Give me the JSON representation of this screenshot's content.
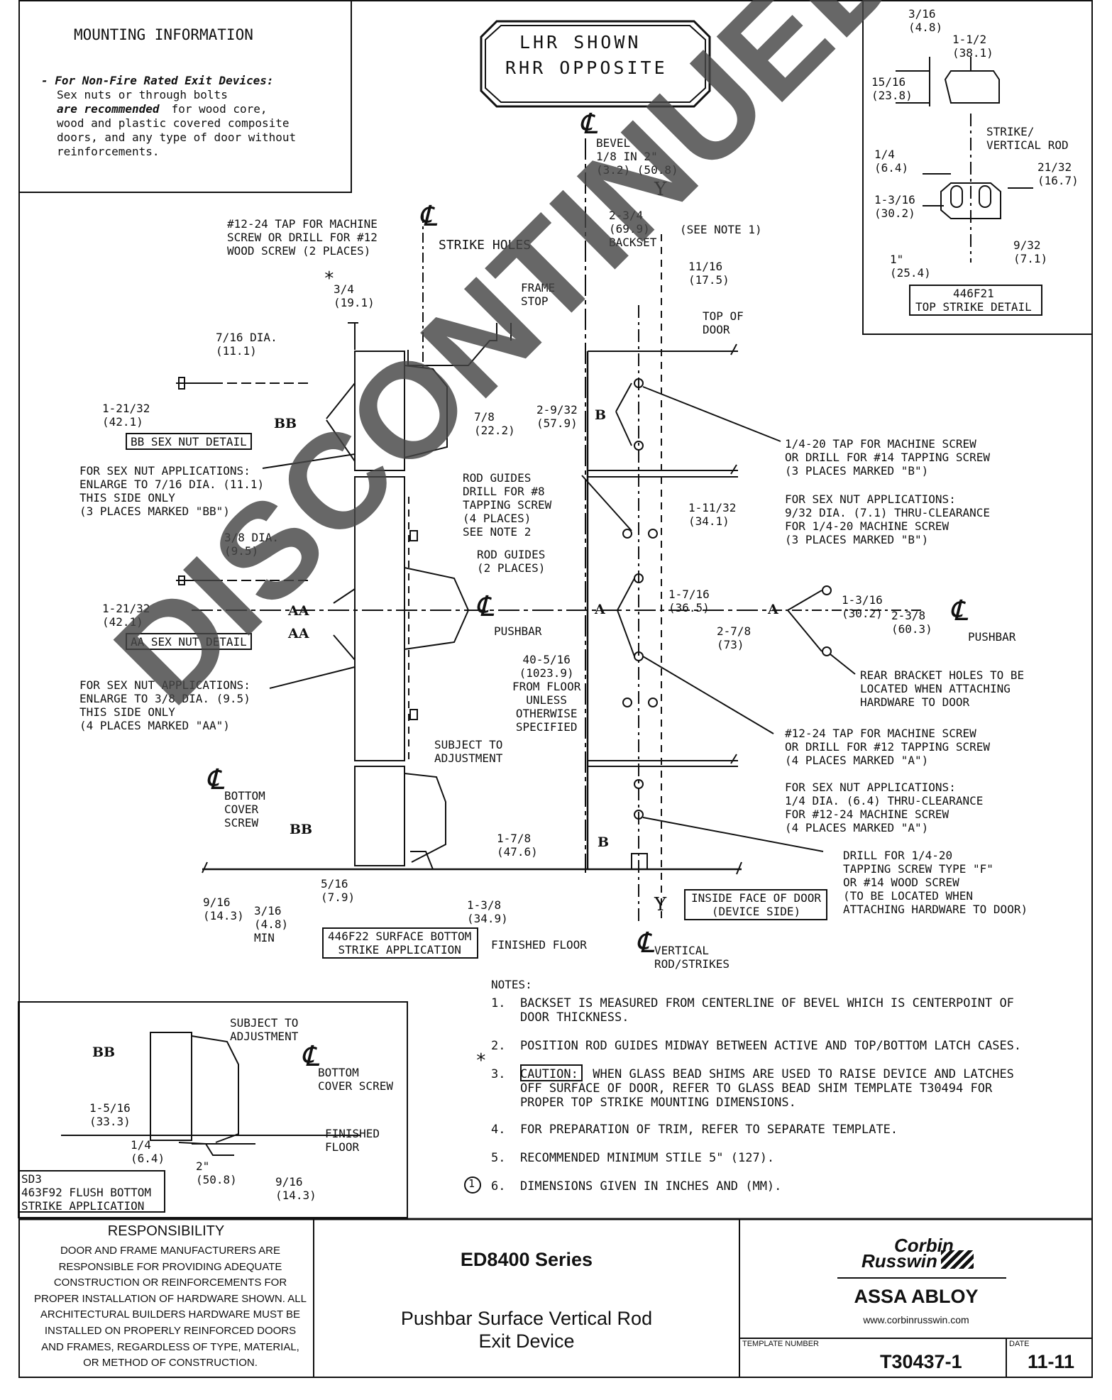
{
  "mounting_info": {
    "title": "MOUNTING INFORMATION",
    "lead": "- For Non-Fire Rated Exit Devices:",
    "line1": "Sex nuts or through bolts",
    "emph": "are recommended",
    "line2": " for wood core,",
    "line3": "wood and plastic covered composite",
    "line4": "doors, and any type of door without",
    "line5": "reinforcements."
  },
  "banner": {
    "line1": "LHR SHOWN",
    "line2": "RHR OPPOSITE"
  },
  "top_strike": {
    "d1": "3/16\n(4.8)",
    "d2": "1-1/2\n(38.1)",
    "d3": "15/16\n(23.8)",
    "cl": "STRIKE/\nVERTICAL ROD",
    "d4": "1/4\n(6.4)",
    "d5": "21/32\n(16.7)",
    "d6": "1-3/16\n(30.2)",
    "d7": "9/32\n(7.1)",
    "d8": "1\"\n(25.4)",
    "caption": "446F21\nTOP STRIKE DETAIL"
  },
  "labels": {
    "tap12": "#12-24 TAP FOR MACHINE\nSCREW OR DRILL FOR #12\nWOOD SCREW (2 PLACES)",
    "strike_holes": "STRIKE HOLES",
    "star34": "3/4\n(19.1)",
    "frame_stop": "FRAME\nSTOP",
    "d716": "7/16 DIA.\n(11.1)",
    "d12132a": "1-21/32\n(42.1)",
    "bb_detail": "BB SEX NUT DETAIL",
    "bb": "BB",
    "sexnut_bb": "FOR SEX NUT APPLICATIONS:\nENLARGE TO 7/16 DIA. (11.1)\nTHIS SIDE ONLY\n(3 PLACES MARKED \"BB\")",
    "d78": "7/8\n(22.2)",
    "d2932": "2-9/32\n(57.9)",
    "bevel": "BEVEL\n1/8 IN 2\"\n(3.2) (50.8)",
    "backset": "2-3/4\n(69.9)\nBACKSET",
    "see_note": "(SEE NOTE 1)",
    "d1116": "11/16\n(17.5)",
    "y": "Y",
    "top_door": "TOP OF\nDOOR",
    "b": "B",
    "tap14": "1/4-20 TAP FOR MACHINE SCREW\nOR DRILL FOR #14 TAPPING SCREW\n(3 PLACES MARKED \"B\")",
    "sexnut_b": "FOR SEX NUT APPLICATIONS:\n9/32 DIA. (7.1) THRU-CLEARANCE\nFOR 1/4-20 MACHINE SCREW\n(3 PLACES MARKED \"B\")",
    "rod_guides1": "ROD GUIDES\nDRILL FOR #8\nTAPPING SCREW\n(4 PLACES)\nSEE NOTE 2",
    "rod_guides2": "ROD GUIDES\n(2 PLACES)",
    "d11132": "1-11/32\n(34.1)",
    "d38": "3/8 DIA.\n(9.5)",
    "d12132b": "1-21/32\n(42.1)",
    "aa": "AA",
    "aa_detail": "AA SEX NUT DETAIL",
    "pushbar": "PUSHBAR",
    "a": "A",
    "d1716": "1-7/16\n(36.5)",
    "d278": "2-7/8\n(73)",
    "d1316": "1-3/16\n(30.2)",
    "d238": "2-3/8\n(60.3)",
    "rear_bracket": "REAR BRACKET HOLES TO BE\nLOCATED WHEN ATTACHING\nHARDWARE TO DOOR",
    "sexnut_aa": "FOR SEX NUT APPLICATIONS:\nENLARGE TO 3/8 DIA. (9.5)\nTHIS SIDE ONLY\n(4 PLACES MARKED \"AA\")",
    "floor_dim": "40-5/16\n(1023.9)\nFROM FLOOR\nUNLESS\nOTHERWISE\nSPECIFIED",
    "tap12a": "#12-24 TAP FOR MACHINE SCREW\nOR DRILL FOR #12 TAPPING SCREW\n(4 PLACES MARKED \"A\")",
    "subject_adj": "SUBJECT TO\nADJUSTMENT",
    "bottom_cover": "BOTTOM\nCOVER\nSCREW",
    "sexnut_a": "FOR SEX NUT APPLICATIONS:\n1/4 DIA. (6.4) THRU-CLEARANCE\nFOR #12-24 MACHINE SCREW\n(4 PLACES MARKED \"A\")",
    "d178": "1-7/8\n(47.6)",
    "drill14": "DRILL FOR 1/4-20\nTAPPING SCREW TYPE \"F\"\nOR #14 WOOD SCREW\n(TO BE LOCATED WHEN\nATTACHING HARDWARE TO DOOR)",
    "d916": "9/16\n(14.3)",
    "d516": "5/16\n(7.9)",
    "d316": "3/16\n(4.8)\nMIN",
    "d138": "1-3/8\n(34.9)",
    "inside_face": "INSIDE FACE OF DOOR\n(DEVICE SIDE)",
    "surface_bottom": "446F22 SURFACE BOTTOM\nSTRIKE APPLICATION",
    "finished_floor": "FINISHED FLOOR",
    "vertical": "VERTICAL\nROD/STRIKES"
  },
  "flush_detail": {
    "subject": "SUBJECT TO\nADJUSTMENT",
    "bb": "BB",
    "cover": "BOTTOM\nCOVER SCREW",
    "d1516": "1-5/16\n(33.3)",
    "finished": "FINISHED\nFLOOR",
    "d14": "1/4\n(6.4)",
    "d2": "2\"\n(50.8)",
    "d916": "9/16\n(14.3)",
    "caption": "SD3\n463F92 FLUSH BOTTOM\nSTRIKE APPLICATION"
  },
  "notes": {
    "title": "NOTES:",
    "items": [
      "1.  BACKSET IS MEASURED FROM CENTERLINE OF BEVEL WHICH IS CENTERPOINT OF\n    DOOR THICKNESS.",
      "2.  POSITION ROD GUIDES MIDWAY BETWEEN ACTIVE AND TOP/BOTTOM LATCH CASES.",
      "3.  CAUTION:  WHEN GLASS BEAD SHIMS ARE USED TO RAISE DEVICE AND LATCHES\n    OFF SURFACE OF DOOR, REFER TO GLASS BEAD SHIM TEMPLATE T30494 FOR\n    PROPER TOP STRIKE MOUNTING DIMENSIONS.",
      "4.  FOR PREPARATION OF TRIM, REFER TO SEPARATE TEMPLATE.",
      "5.  RECOMMENDED MINIMUM STILE 5\" (127).",
      "6.  DIMENSIONS GIVEN IN INCHES AND (MM)."
    ],
    "star": "*",
    "circle1": "1"
  },
  "footer": {
    "resp_title": "RESPONSIBILITY",
    "resp_text": "DOOR AND FRAME MANUFACTURERS ARE RESPONSIBLE FOR PROVIDING ADEQUATE CONSTRUCTION OR REINFORCEMENTS FOR PROPER INSTALLATION OF HARDWARE SHOWN. ALL ARCHITECTURAL BUILDERS HARDWARE MUST BE INSTALLED ON PROPERLY REINFORCED DOORS AND FRAMES, REGARDLESS OF TYPE, MATERIAL, OR METHOD OF CONSTRUCTION.",
    "series": "ED8400 Series",
    "desc": "Pushbar Surface Vertical Rod\nExit Device",
    "brand1": "Corbin",
    "brand2": "Russwin",
    "assa": "ASSA ABLOY",
    "url": "www.corbinrusswin.com",
    "template_label": "TEMPLATE NUMBER",
    "template_no": "T30437-1",
    "date_label": "DATE",
    "date": "11-11"
  },
  "watermark": "DISCONTINUED"
}
